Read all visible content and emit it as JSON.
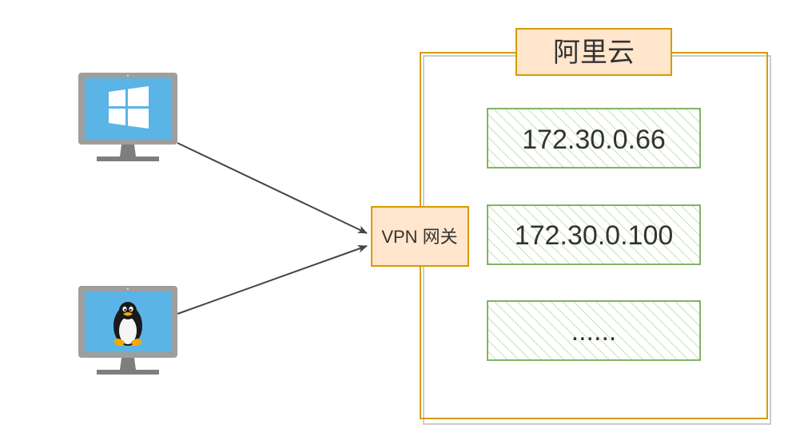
{
  "cloud": {
    "title": "阿里云"
  },
  "gateway": {
    "label": "VPN 网关"
  },
  "hosts": [
    {
      "ip": "172.30.0.66"
    },
    {
      "ip": "172.30.0.100"
    },
    {
      "ip": "......"
    }
  ],
  "clients": [
    {
      "icon": "windows-icon"
    },
    {
      "icon": "linux-tux-icon"
    }
  ],
  "colors": {
    "cloud_border": "#d79b00",
    "cloud_title_fill": "#ffe6cc",
    "gateway_fill": "#ffe6cc",
    "host_border": "#82b366",
    "host_hatch": "#d5e8d4",
    "monitor_frame": "#9e9e9e",
    "monitor_screen": "#5ab4e6",
    "arrow": "#444444"
  }
}
